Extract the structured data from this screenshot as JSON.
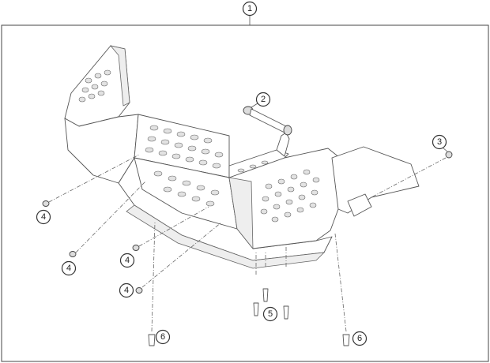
{
  "callouts": {
    "c1": "1",
    "c2": "2",
    "c3": "3",
    "c4a": "4",
    "c4b": "4",
    "c4c": "4",
    "c4d": "4",
    "c5": "5",
    "c6a": "6",
    "c6b": "6"
  }
}
